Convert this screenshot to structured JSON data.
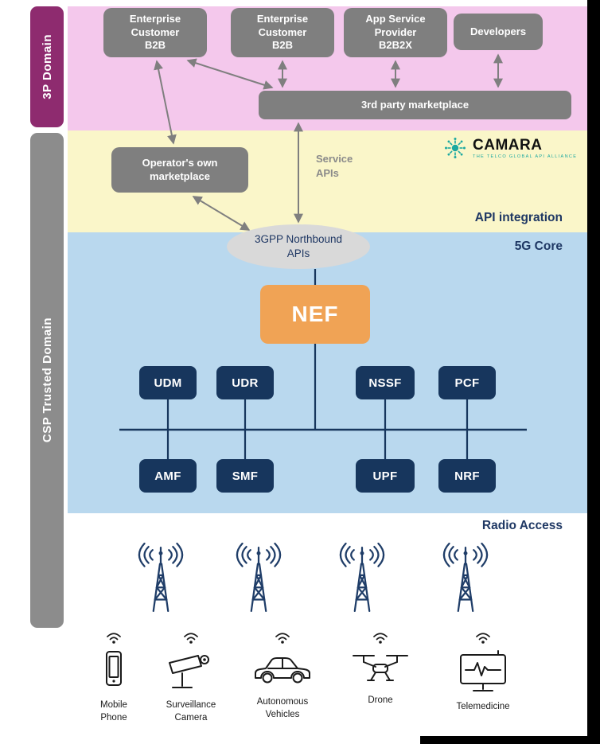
{
  "colors": {
    "domain_3p_bar": "#8E2B6F",
    "csp_bar": "#8C8C8C",
    "region_3p": "#F4C8EC",
    "region_api_integration": "#FAF6C9",
    "region_5g_core": "#B9D8EE",
    "box_gray": "#7F7F7F",
    "core_navy": "#17365D",
    "nef_orange": "#F0A355",
    "heading_navy": "#1F3864",
    "camara_teal": "#1BA8A0"
  },
  "side_labels": {
    "p3": "3P Domain",
    "csp": "CSP Trusted Domain"
  },
  "p3_boxes": [
    {
      "label": "Enterprise\nCustomer\nB2B"
    },
    {
      "label": "Enterprise\nCustomer\nB2B"
    },
    {
      "label": "App Service\nProvider\nB2B2X"
    },
    {
      "label": "Developers"
    }
  ],
  "marketplace_3p_label": "3rd party marketplace",
  "operator_marketplace_label": "Operator's own\nmarketplace",
  "service_apis_label": "Service\nAPIs",
  "camara": {
    "name": "CAMARA",
    "tagline": "THE TELCO GLOBAL API ALLIANCE"
  },
  "headings": {
    "api_integration": "API integration",
    "core": "5G Core",
    "radio_access": "Radio Access"
  },
  "northbound_label": "3GPP Northbound\nAPIs",
  "nef_label": "NEF",
  "core_top_boxes": [
    "UDM",
    "UDR",
    "NSSF",
    "PCF"
  ],
  "core_bottom_boxes": [
    "AMF",
    "SMF",
    "UPF",
    "NRF"
  ],
  "device_labels": [
    "Mobile\nPhone",
    "Surveillance\nCamera",
    "Autonomous\nVehicles",
    "Drone",
    "Telemedicine"
  ]
}
